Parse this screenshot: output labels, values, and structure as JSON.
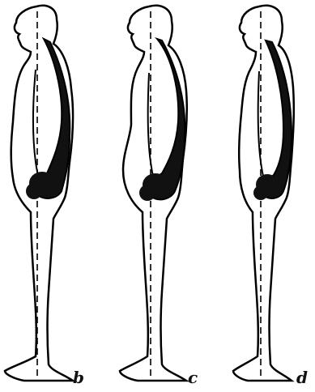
{
  "figures": [
    {
      "label": "b",
      "stroke": "#000000",
      "fill": "#ffffff",
      "spine": "#111111"
    },
    {
      "label": "c",
      "stroke": "#000000",
      "fill": "#ffffff",
      "spine": "#111111"
    },
    {
      "label": "d",
      "stroke": "#000000",
      "fill": "#ffffff",
      "spine": "#111111"
    }
  ]
}
